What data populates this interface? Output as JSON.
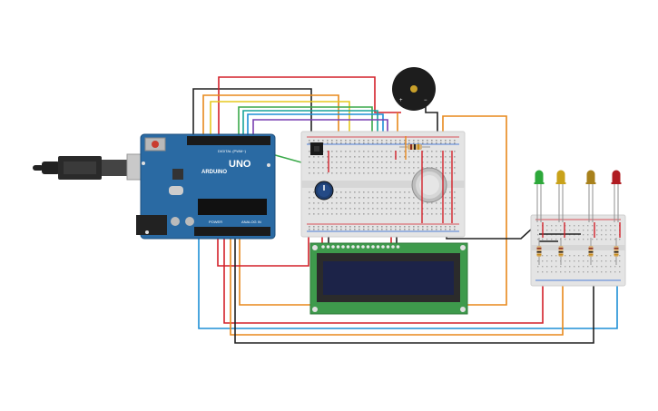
{
  "arduino": {
    "brand": "ARDUINO",
    "model": "UNO",
    "digital_label": "DIGITAL (PWM~)",
    "power_label": "POWER",
    "analog_label": "ANALOG IN"
  },
  "buzzer": {
    "pos_mark": "+",
    "neg_mark": "−"
  },
  "colors": {
    "board": "#2a6aa3",
    "board_edge": "#1d4f7c",
    "breadboard": "#e4e4e4",
    "lcd_pcb": "#3e9a4c",
    "lcd_screen": "#1c2348",
    "wire_red": "#d3212a",
    "wire_black": "#222222",
    "wire_orange": "#e8891c",
    "wire_yellow": "#e6c81e",
    "wire_green": "#3aa94a",
    "wire_blue": "#1e8fd6",
    "wire_purple": "#7a3fb0",
    "wire_teal": "#19a39a",
    "led_green": "#2da83a",
    "led_yellow": "#c9a21a",
    "led_amber": "#a8811c",
    "led_red": "#b01c22"
  },
  "leds": [
    {
      "name": "led-green",
      "color": "green"
    },
    {
      "name": "led-yellow",
      "color": "yellow"
    },
    {
      "name": "led-amber",
      "color": "amber"
    },
    {
      "name": "led-red",
      "color": "red"
    }
  ]
}
